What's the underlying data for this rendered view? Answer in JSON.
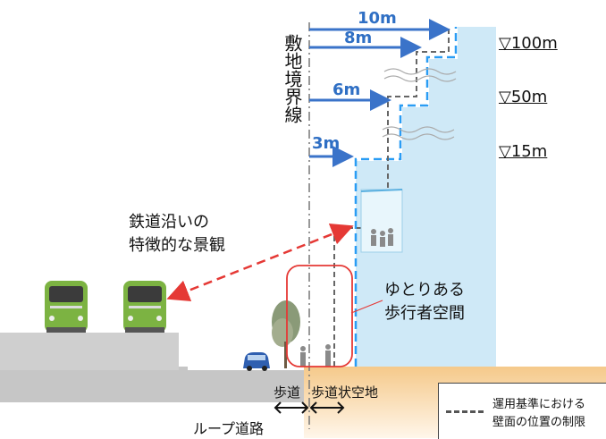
{
  "vertical_label": "敷地境界線",
  "distances": {
    "d10": "10m",
    "d8": "8m",
    "d6": "6m",
    "d3": "3m"
  },
  "levels": {
    "l100": "▽100m",
    "l50": "▽50m",
    "l15": "▽15m"
  },
  "railway_label": {
    "line1": "鉄道沿いの",
    "line2": "特徴的な景観"
  },
  "space_label": {
    "line1": "ゆとりある",
    "line2": "歩行者空間"
  },
  "ground_labels": {
    "sidewalk": "歩道",
    "sidewalk_space": "歩道状空地",
    "loop_road": "ループ道路"
  },
  "legend": {
    "line1": "運用基準における",
    "line2": "壁面の位置の制限"
  },
  "colors": {
    "arrow_blue": "#3a73c9",
    "building": "#cfe9f7",
    "train_green": "#7cb342",
    "red": "#e53935"
  }
}
